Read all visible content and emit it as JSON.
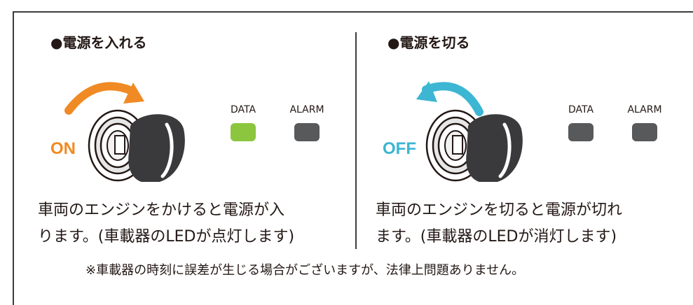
{
  "left": {
    "heading": "●電源を入れる",
    "switch_label": "ON",
    "leds": [
      {
        "label": "DATA",
        "state": "on"
      },
      {
        "label": "ALARM",
        "state": "off"
      }
    ],
    "description_line1": "車両のエンジンをかけると電源が入",
    "description_line2": "ります。(車載器のLEDが点灯します)"
  },
  "right": {
    "heading": "●電源を切る",
    "switch_label": "OFF",
    "leds": [
      {
        "label": "DATA",
        "state": "off"
      },
      {
        "label": "ALARM",
        "state": "off"
      }
    ],
    "description_line1": "車両のエンジンを切ると電源が切れ",
    "description_line2": "ます。(車載器のLEDが消灯します)"
  },
  "footnote": "※車載器の時刻に誤差が生じる場合がございますが、法律上問題ありません。",
  "colors": {
    "on_arrow": "#f08a24",
    "off_arrow": "#3cb6d3",
    "led_on": "#8cc63f",
    "led_off": "#58595b",
    "key": "#3a3a3c"
  },
  "icons": [
    "key-icon",
    "ignition-cylinder-icon",
    "clockwise-arrow-icon",
    "counterclockwise-arrow-icon"
  ]
}
